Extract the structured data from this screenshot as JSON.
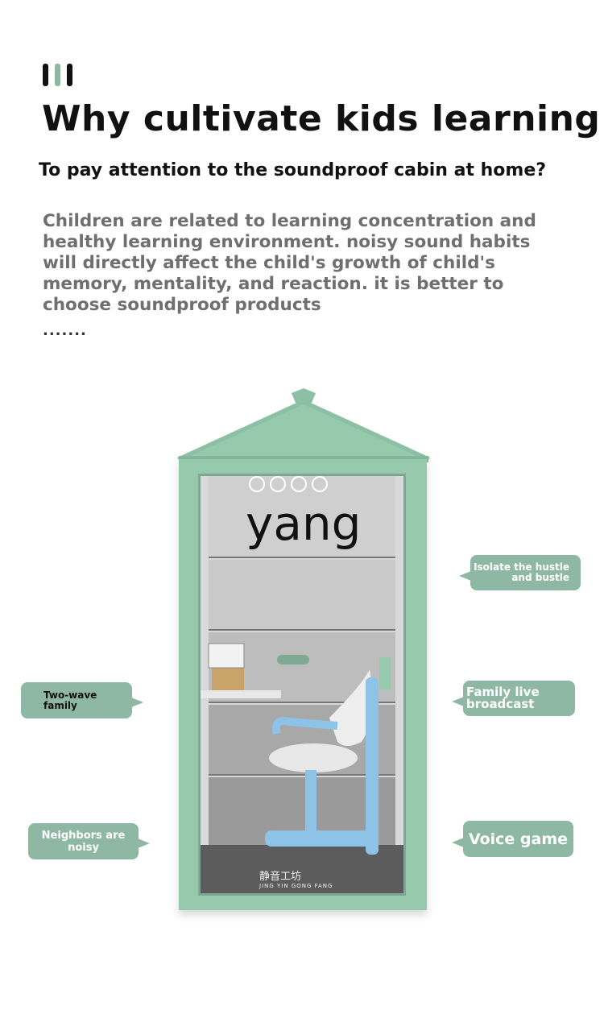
{
  "heading": {
    "title": "Why cultivate kids learning",
    "subtitle": "To pay attention to the soundproof cabin at home?"
  },
  "intro": {
    "body": "Children are related to learning concentration and healthy learning environment. noisy sound habits will directly affect the child's growth of child's memory, mentality, and reaction. it is better to choose soundproof products",
    "ellipsis": "......."
  },
  "product": {
    "watermark": "yang",
    "brand_cn": "静音工坊",
    "brand_en": "JING YIN GONG FANG",
    "cabin_color": "#97c9ad"
  },
  "callouts": {
    "isolate": "Isolate the hustle and bustle",
    "two_wave": "Two-wave family",
    "live": "Family live broadcast",
    "neighbors": "Neighbors are noisy",
    "voice": "Voice game"
  },
  "colors": {
    "accent": "#8fb8a4",
    "body_text": "#6f6f6f"
  }
}
